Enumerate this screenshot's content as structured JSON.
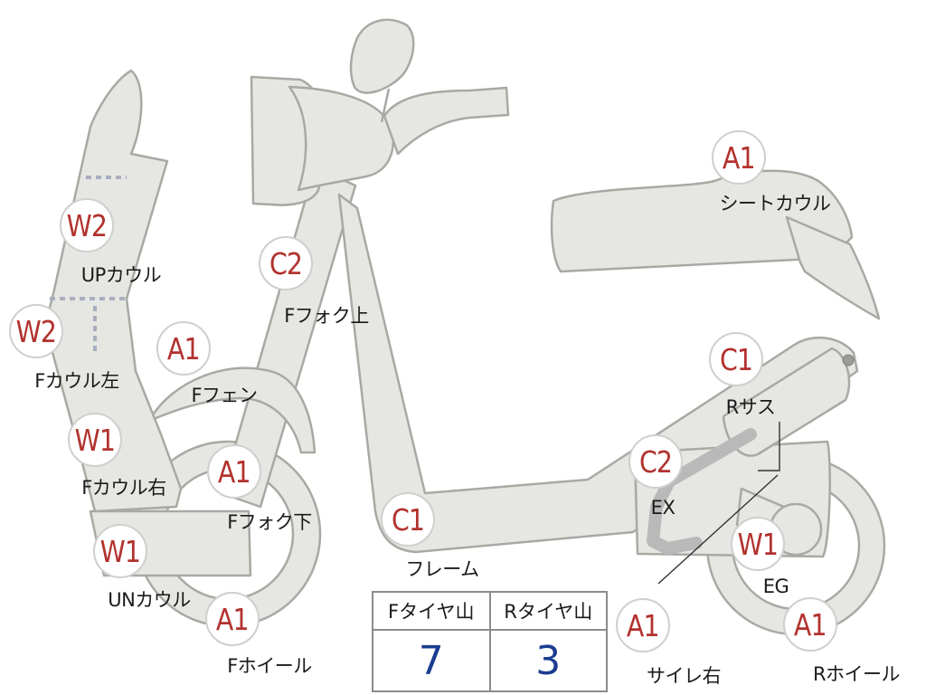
{
  "markers": [
    {
      "code": "W2",
      "label": "UPカウル"
    },
    {
      "code": "W2",
      "label": "Fカウル左"
    },
    {
      "code": "W1",
      "label": "Fカウル右"
    },
    {
      "code": "W1",
      "label": "UNカウル"
    },
    {
      "code": "C2",
      "label": "Fフォク上"
    },
    {
      "code": "A1",
      "label": "Fフェン"
    },
    {
      "code": "A1",
      "label": "Fフォク下"
    },
    {
      "code": "A1",
      "label": "Fホイール"
    },
    {
      "code": "C1",
      "label": "フレーム"
    },
    {
      "code": "A1",
      "label": "シートカウル"
    },
    {
      "code": "C1",
      "label": "Rサス"
    },
    {
      "code": "C2",
      "label": "EX"
    },
    {
      "code": "W1",
      "label": "EG"
    },
    {
      "code": "A1",
      "label": "サイレ右"
    },
    {
      "code": "A1",
      "label": "Rホイール"
    }
  ],
  "tread_table": {
    "headers": [
      "Fタイヤ山",
      "Rタイヤ山"
    ],
    "values": [
      "7",
      "3"
    ]
  },
  "colors": {
    "part_fill": "#e6e6e3",
    "part_outline": "#a9a9a4",
    "code_text": "#b2322e",
    "value_text": "#1b3d8f"
  }
}
